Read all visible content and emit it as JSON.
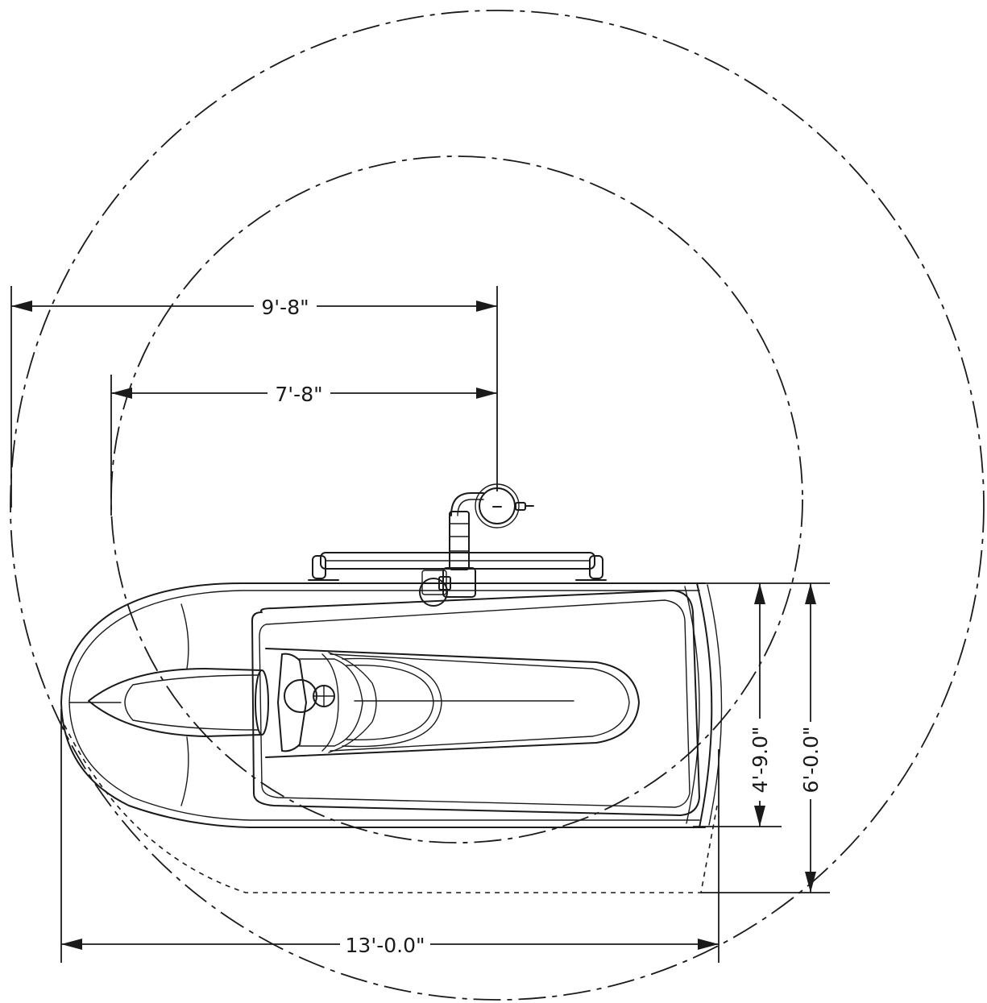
{
  "dimensions": {
    "reach_outer": "9'-8\"",
    "reach_inner": "7'-8\"",
    "overall_length": "13'-0.0\"",
    "width_hull": "4'-9.0\"",
    "width_overall": "6'-0.0\""
  },
  "colors": {
    "line": "#1a1a1a",
    "background": "#ffffff"
  }
}
